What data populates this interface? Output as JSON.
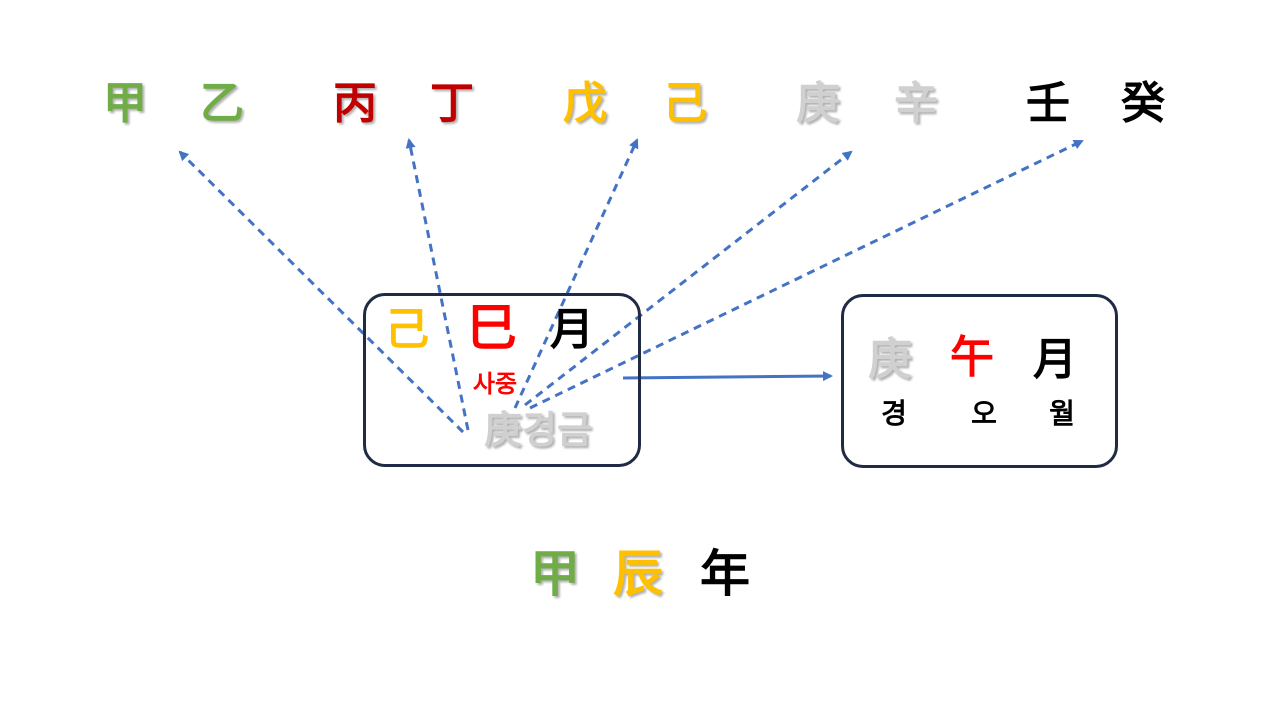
{
  "stems": [
    {
      "label": "甲",
      "color": "#70ad47"
    },
    {
      "label": "乙",
      "color": "#70ad47"
    },
    {
      "label": "丙",
      "color": "#c00000"
    },
    {
      "label": "丁",
      "color": "#c00000"
    },
    {
      "label": "戊",
      "color": "#ffc000"
    },
    {
      "label": "己",
      "color": "#ffc000"
    },
    {
      "label": "庚",
      "color": "#d0d0d0"
    },
    {
      "label": "辛",
      "color": "#d0d0d0"
    },
    {
      "label": "壬",
      "color": "#000000"
    },
    {
      "label": "癸",
      "color": "#000000"
    }
  ],
  "left_box": {
    "stem": "己",
    "branch": "巳",
    "month": "月",
    "hidden_label": "사중",
    "hidden_stem": "庚경금"
  },
  "right_box": {
    "stem": "庚",
    "branch": "午",
    "month": "月",
    "reading_stem": "경",
    "reading_branch": "오",
    "reading_month": "월"
  },
  "year": {
    "stem": "甲",
    "branch": "辰",
    "suffix": "年"
  },
  "colors": {
    "wood": "#70ad47",
    "fire_dark": "#c00000",
    "fire": "#ff0000",
    "earth": "#ffc000",
    "metal": "#d0d0d0",
    "water": "#000000",
    "arrow": "#4472c4",
    "box_border": "#1f2a44"
  }
}
